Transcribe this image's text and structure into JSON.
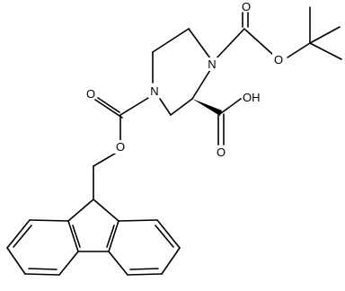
{
  "molecule": {
    "atoms": {
      "n1": "N",
      "n4": "N",
      "boc_o_ether": "O",
      "boc_o_carbonyl": "O",
      "cooh_oh": "OH",
      "cooh_o": "O",
      "fmoc_o_carbonyl": "O",
      "fmoc_o_ether": "O"
    }
  },
  "colors": {
    "bond": "#000000",
    "background": "#ffffff"
  }
}
